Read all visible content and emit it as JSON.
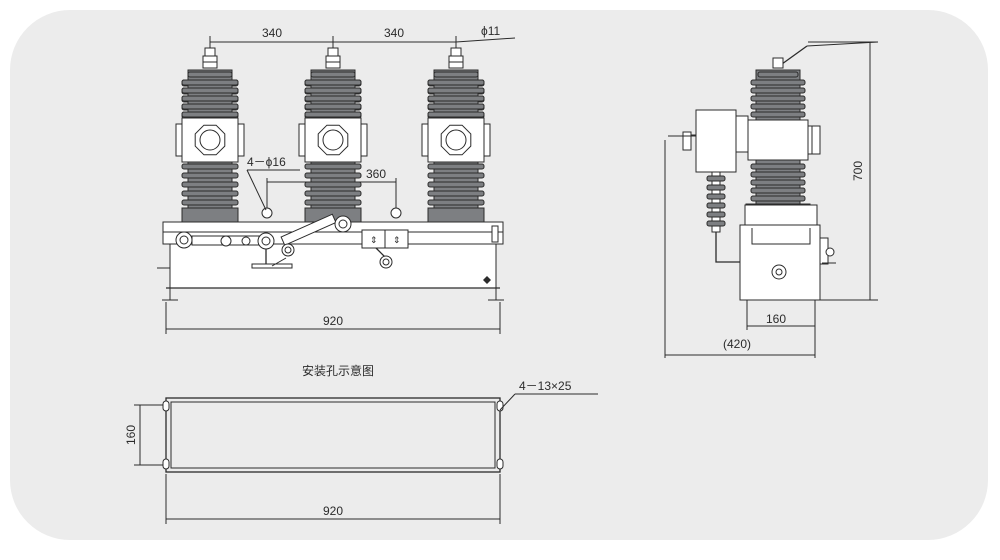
{
  "colors": {
    "panel": "#ececec",
    "line": "#2b2b2b",
    "porcelain": "#7d7f82",
    "white": "#ffffff"
  },
  "front_view": {
    "pole_spacing_left": "340",
    "pole_spacing_right": "340",
    "terminal_dia": "ϕ11",
    "hole_spec": "4－ϕ16",
    "bracket_spacing": "360",
    "overall_width": "920"
  },
  "side_view": {
    "height": "700",
    "mount_width": "160",
    "depth": "(420)"
  },
  "mounting_plan": {
    "title": "安装孔示意图",
    "slot_spec": "4－13×25",
    "width": "920",
    "depth": "160"
  }
}
